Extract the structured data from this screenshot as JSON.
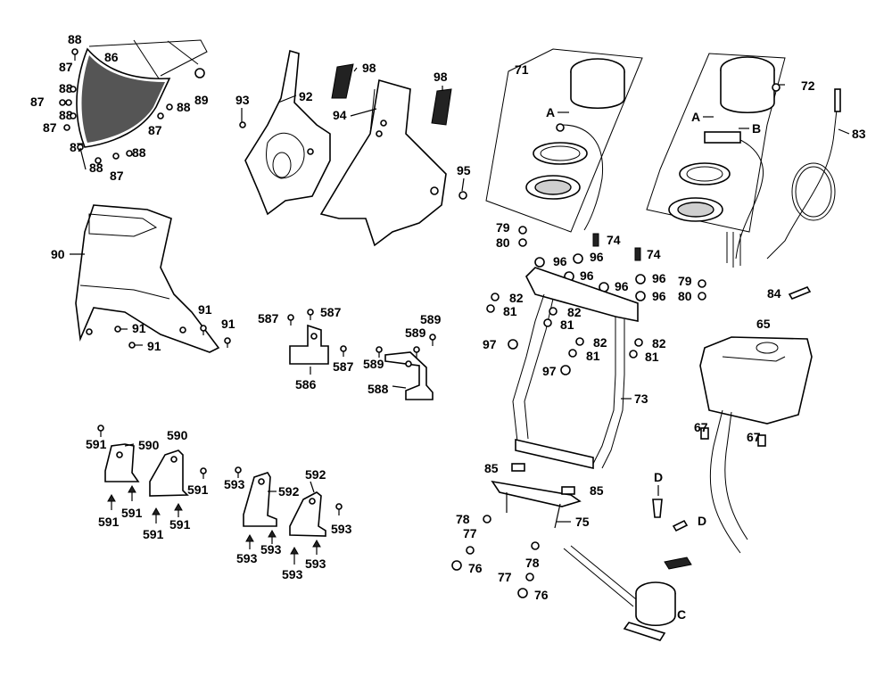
{
  "diagram": {
    "labels": {
      "p86": "86",
      "p88a": "88",
      "p87a": "87",
      "p88b": "88",
      "p87b": "87",
      "p88c": "88",
      "p87c": "87",
      "p87d": "87",
      "p88d": "88",
      "p88e": "88",
      "p87e": "87",
      "p87f": "87",
      "p88f": "88",
      "p89": "89",
      "p92": "92",
      "p93": "93",
      "p94": "94",
      "p98a": "98",
      "p98b": "98",
      "p95": "95",
      "p90": "90",
      "p91a": "91",
      "p91b": "91",
      "p91c": "91",
      "p91d": "91",
      "p587a": "587",
      "p587b": "587",
      "p587c": "587",
      "p586": "586",
      "p589a": "589",
      "p589b": "589",
      "p589c": "589",
      "p588": "588",
      "p590a": "590",
      "p590b": "590",
      "p591a": "591",
      "p591b": "591",
      "p591c": "591",
      "p591d": "591",
      "p591e": "591",
      "p591f": "591",
      "p592a": "592",
      "p592b": "592",
      "p593a": "593",
      "p593b": "593",
      "p593c": "593",
      "p593d": "593",
      "p593e": "593",
      "p593f": "593",
      "p71": "71",
      "pA1": "A",
      "p72": "72",
      "pA2": "A",
      "pB": "B",
      "p83": "83",
      "p79a": "79",
      "p80a": "80",
      "p74a": "74",
      "p74b": "74",
      "p96a": "96",
      "p96b": "96",
      "p96c": "96",
      "p96d": "96",
      "p96e": "96",
      "p96f": "96",
      "p79b": "79",
      "p80b": "80",
      "p84": "84",
      "p65": "65",
      "p82a": "82",
      "p81a": "81",
      "p82b": "82",
      "p81b": "81",
      "p82c": "82",
      "p81c": "81",
      "p82d": "82",
      "p81d": "81",
      "p97a": "97",
      "p97b": "97",
      "p73": "73",
      "p67a": "67",
      "p67b": "67",
      "p85a": "85",
      "p85b": "85",
      "p78a": "78",
      "p77a": "77",
      "p76a": "76",
      "p75": "75",
      "p78b": "78",
      "p77b": "77",
      "p76b": "76",
      "pD1": "D",
      "pD2": "D",
      "pC": "C"
    }
  }
}
